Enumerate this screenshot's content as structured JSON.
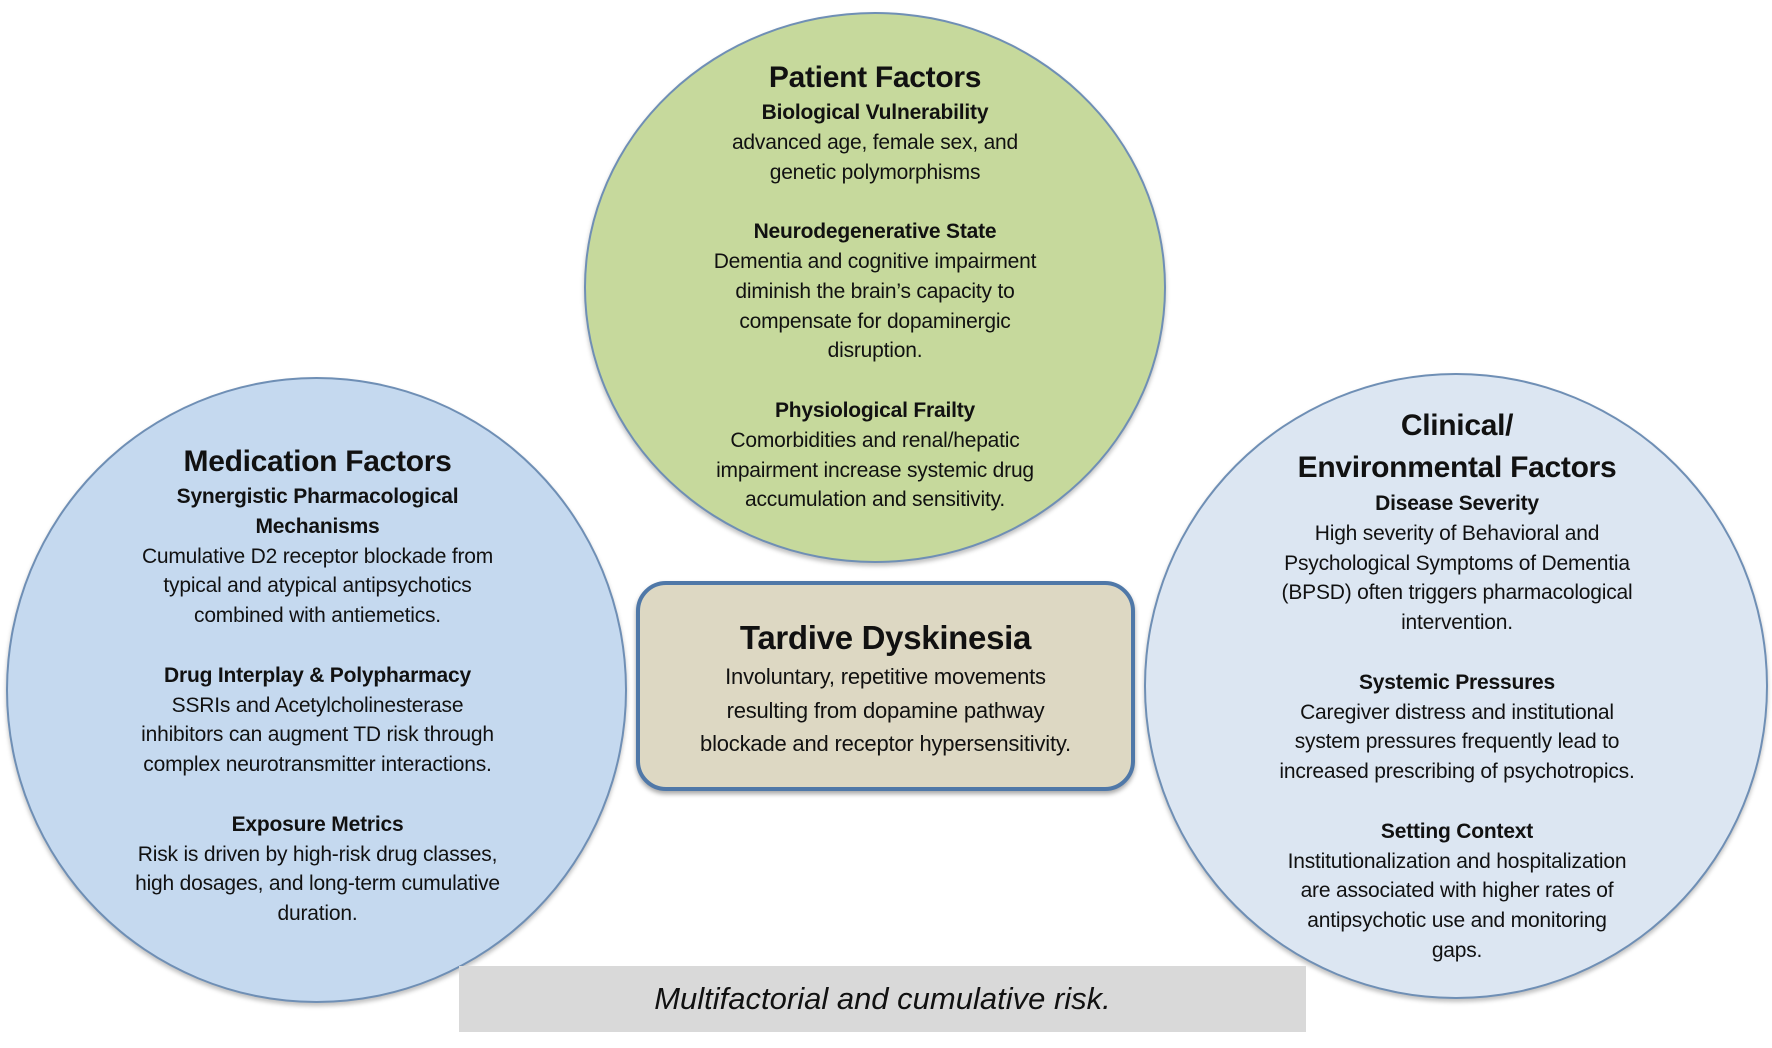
{
  "diagram": {
    "colors": {
      "patient_circle": "#c6d99c",
      "medication_circle": "#c5d9ef",
      "clinical_circle": "#dce6f2",
      "center_box_fill": "#ddd8c3",
      "center_box_border": "#4f78a8",
      "footer_bar": "#d9d9d9"
    },
    "patient": {
      "title": "Patient Factors",
      "sections": [
        {
          "heading": "Biological Vulnerability",
          "lines": [
            "advanced age, female sex, and",
            "genetic polymorphisms"
          ]
        },
        {
          "heading": "Neurodegenerative State",
          "lines": [
            "Dementia and cognitive impairment",
            "diminish the brain’s capacity to",
            "compensate for dopaminergic",
            "disruption."
          ]
        },
        {
          "heading": "Physiological Frailty",
          "lines": [
            "Comorbidities and renal/hepatic",
            "impairment increase systemic drug",
            "accumulation and sensitivity."
          ]
        }
      ]
    },
    "medication": {
      "title": "Medication Factors",
      "sections": [
        {
          "heading_lines": [
            "Synergistic Pharmacological",
            "Mechanisms"
          ],
          "lines": [
            "Cumulative D2 receptor blockade from",
            "typical and atypical antipsychotics",
            "combined with antiemetics."
          ]
        },
        {
          "heading_lines": [
            "Drug Interplay & Polypharmacy"
          ],
          "lines": [
            "SSRIs and Acetylcholinesterase",
            "inhibitors can augment TD risk through",
            "complex neurotransmitter interactions."
          ]
        },
        {
          "heading_lines": [
            "Exposure Metrics"
          ],
          "lines": [
            "Risk is driven by high-risk drug classes,",
            "high dosages, and long-term cumulative",
            "duration."
          ]
        }
      ]
    },
    "clinical": {
      "title_lines": [
        "Clinical/",
        "Environmental Factors"
      ],
      "sections": [
        {
          "heading": "Disease Severity",
          "lines": [
            "High severity of Behavioral and",
            "Psychological Symptoms of Dementia",
            "(BPSD) often triggers pharmacological",
            "intervention."
          ]
        },
        {
          "heading": "Systemic Pressures",
          "lines": [
            "Caregiver distress and institutional",
            "system pressures frequently lead to",
            "increased prescribing of psychotropics."
          ]
        },
        {
          "heading": "Setting Context",
          "lines": [
            "Institutionalization and hospitalization",
            "are associated with higher rates of",
            "antipsychotic use and monitoring",
            "gaps."
          ]
        }
      ]
    },
    "center": {
      "title": "Tardive Dyskinesia",
      "lines": [
        "Involuntary, repetitive movements",
        "resulting from dopamine pathway",
        "blockade and receptor hypersensitivity."
      ]
    },
    "footer": "Multifactorial and cumulative risk."
  }
}
